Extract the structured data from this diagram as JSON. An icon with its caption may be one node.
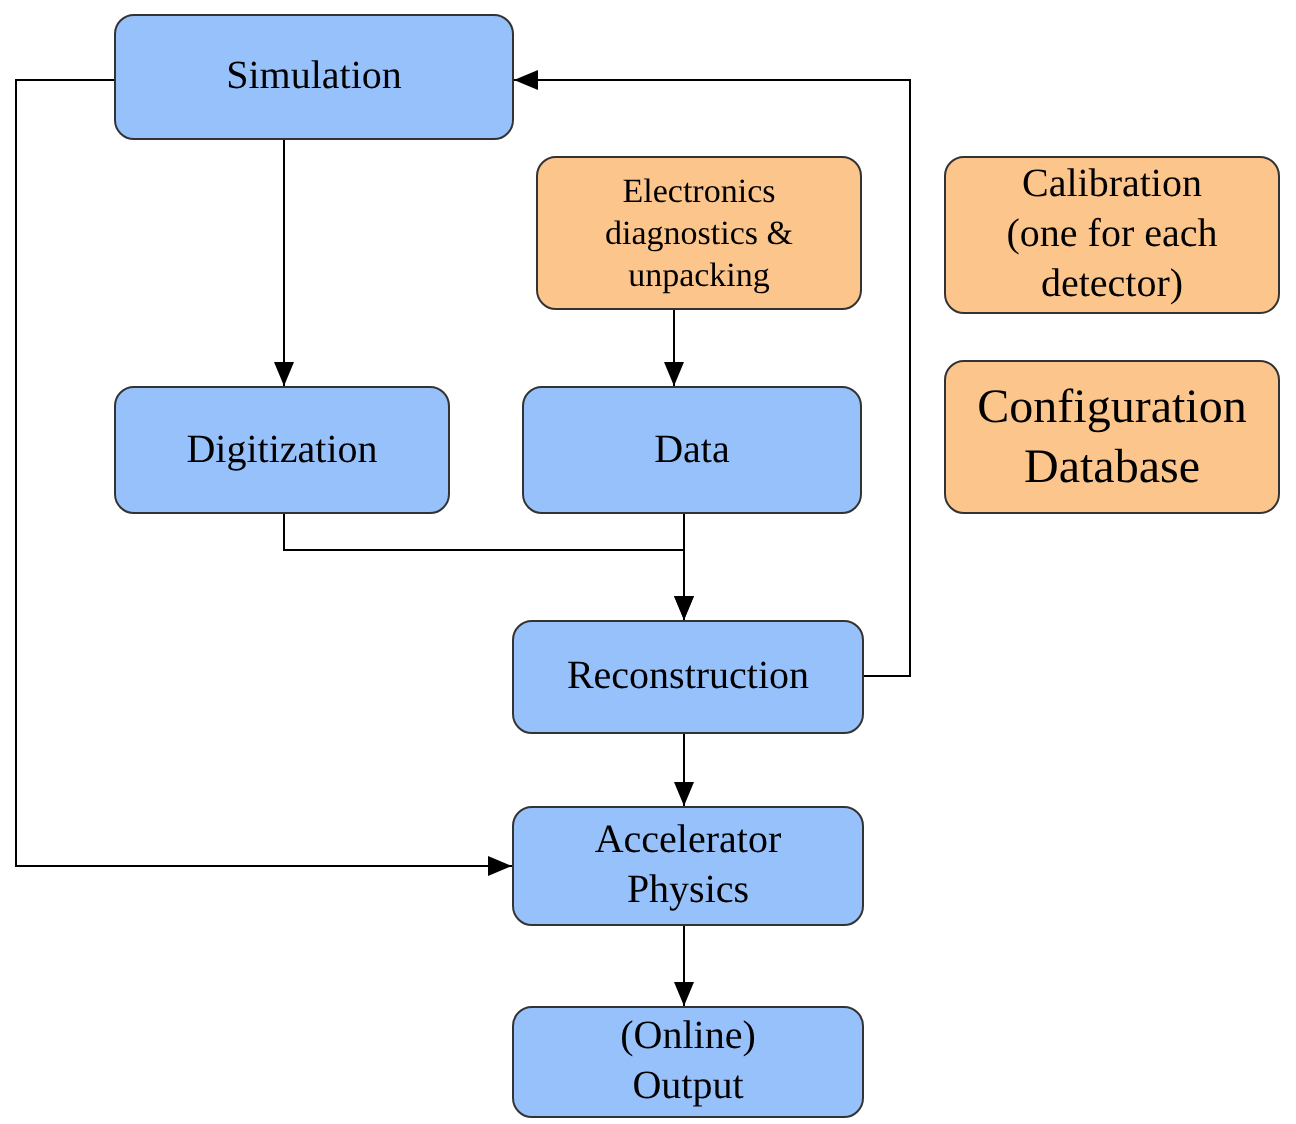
{
  "diagram": {
    "nodes": [
      {
        "text": [
          "Simulation"
        ]
      },
      {
        "text": [
          "Electronics diagnostics & unpacking"
        ]
      },
      {
        "text": [
          "Calibration (one for each detector)"
        ]
      },
      {
        "text": [
          "Configuration Database"
        ]
      },
      {
        "text": [
          "Digitization"
        ]
      },
      {
        "text": [
          "Data"
        ]
      },
      {
        "text": [
          "Reconstruction"
        ]
      },
      {
        "text": [
          "Accelerator Physics"
        ]
      },
      {
        "text": [
          "(Online) Output"
        ]
      }
    ],
    "edges": [
      {
        "from": 0,
        "to": 4,
        "arrow": "to"
      },
      {
        "from": 1,
        "to": 5,
        "arrow": "to"
      },
      {
        "from": 4,
        "to": 6,
        "arrow": "to"
      },
      {
        "from": 5,
        "to": 6,
        "arrow": "to"
      },
      {
        "from": 6,
        "to": 0,
        "arrow": "to"
      },
      {
        "from": 0,
        "to": 7,
        "arrow": "to"
      },
      {
        "from": 6,
        "to": 7,
        "arrow": "to"
      },
      {
        "from": 7,
        "to": 8,
        "arrow": "to"
      }
    ]
  }
}
